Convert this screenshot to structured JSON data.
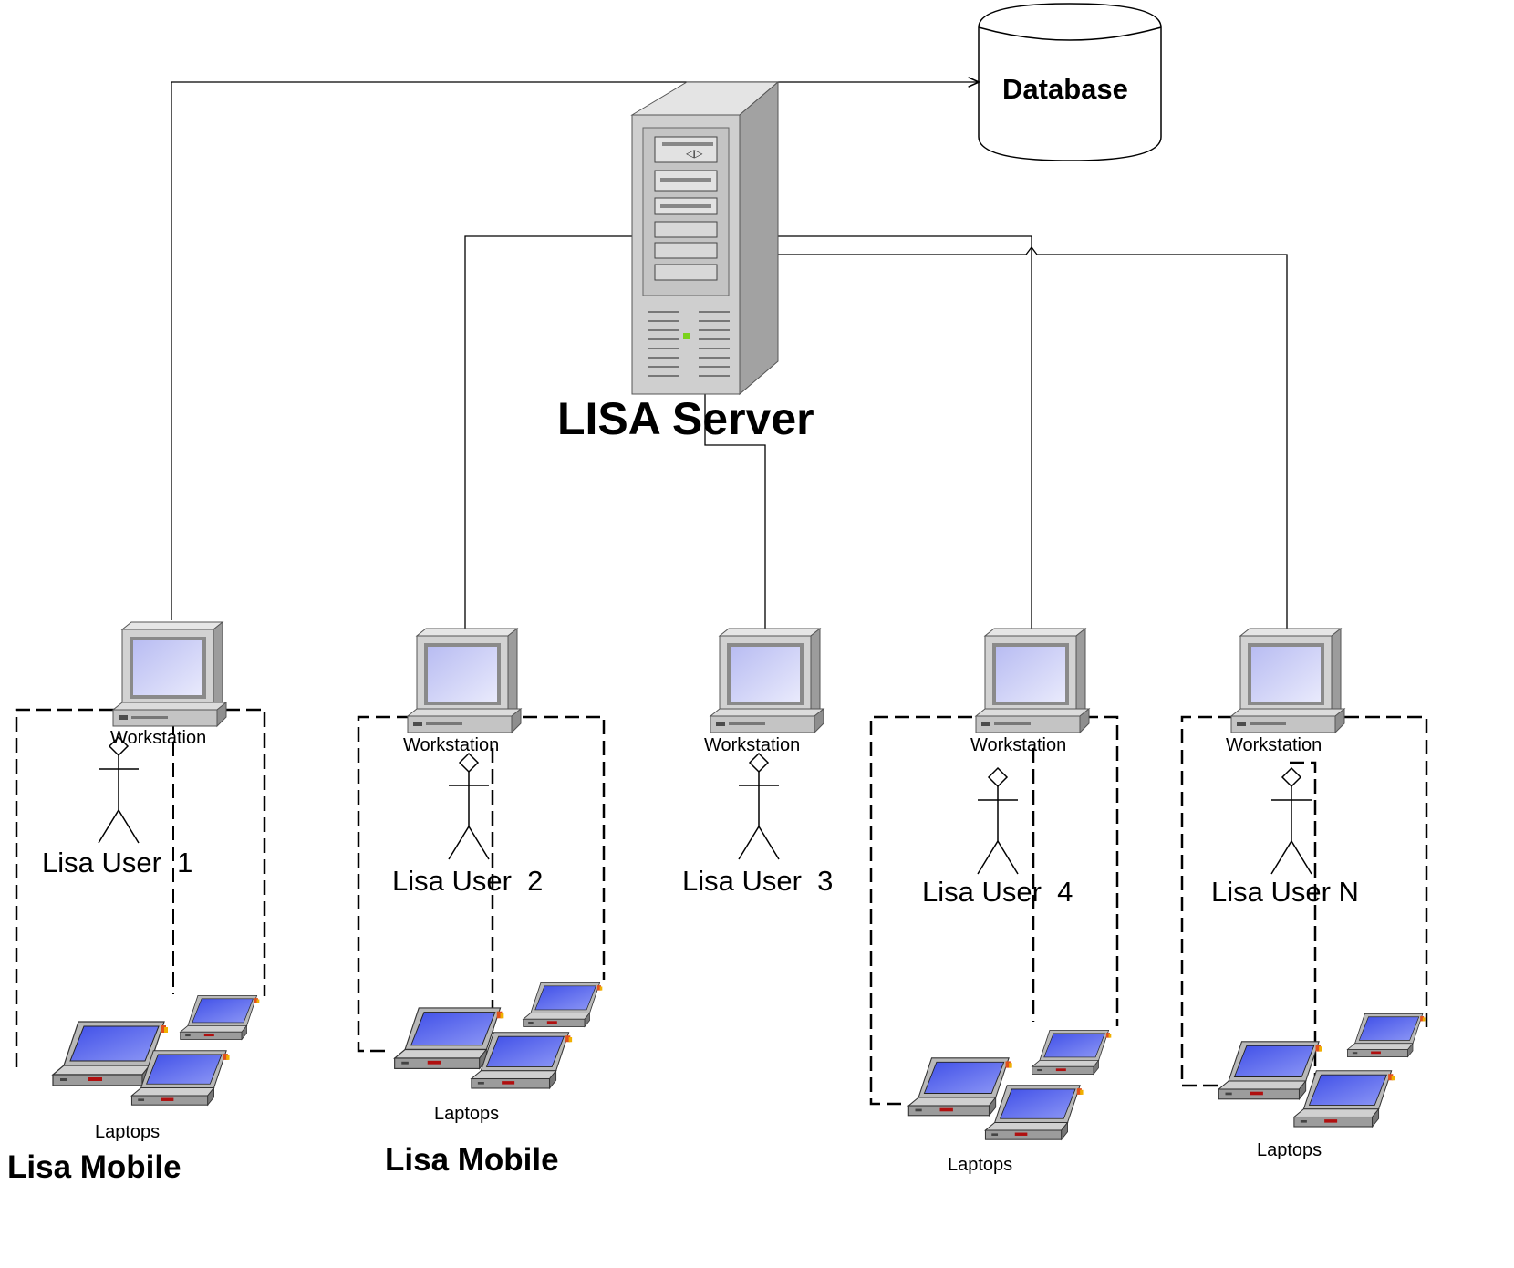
{
  "server": {
    "label": "LISA Server"
  },
  "database": {
    "label": "Database"
  },
  "workstation_label": "Workstation",
  "laptops_label": "Laptops",
  "users": [
    {
      "label": "Lisa User  1"
    },
    {
      "label": "Lisa User  2"
    },
    {
      "label": "Lisa User  3"
    },
    {
      "label": "Lisa User  4"
    },
    {
      "label": "Lisa User N"
    }
  ],
  "groups": [
    {
      "label": "Lisa Mobile"
    },
    {
      "label": "Lisa Mobile"
    }
  ],
  "colors": {
    "screen": "#5a6cf0",
    "screen_light": "#c9ccf6",
    "case": "#c8c8c8",
    "case_dark": "#9a9a9a",
    "line": "#000000"
  }
}
